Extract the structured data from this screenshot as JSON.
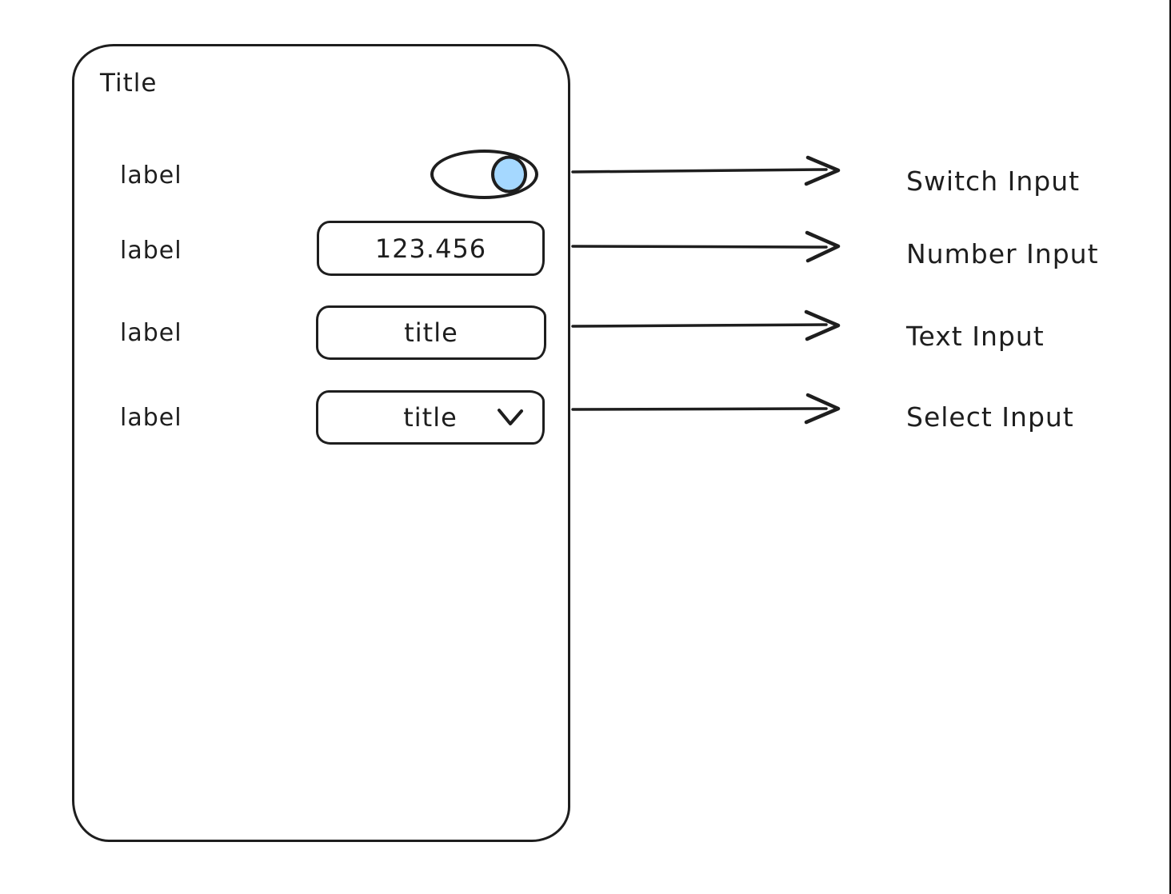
{
  "colors": {
    "stroke": "#1e1e1e",
    "background": "#ffffff",
    "switch_knob_fill": "#a5d8ff"
  },
  "panel": {
    "title": "Title",
    "rows": [
      {
        "label": "label",
        "control": "switch",
        "state": "on"
      },
      {
        "label": "label",
        "control": "number-input",
        "value": "123.456"
      },
      {
        "label": "label",
        "control": "text-input",
        "value": "title"
      },
      {
        "label": "label",
        "control": "select-input",
        "value": "title"
      }
    ]
  },
  "annotations": [
    {
      "text": "Switch Input"
    },
    {
      "text": "Number Input"
    },
    {
      "text": "Text Input"
    },
    {
      "text": "Select Input"
    }
  ]
}
